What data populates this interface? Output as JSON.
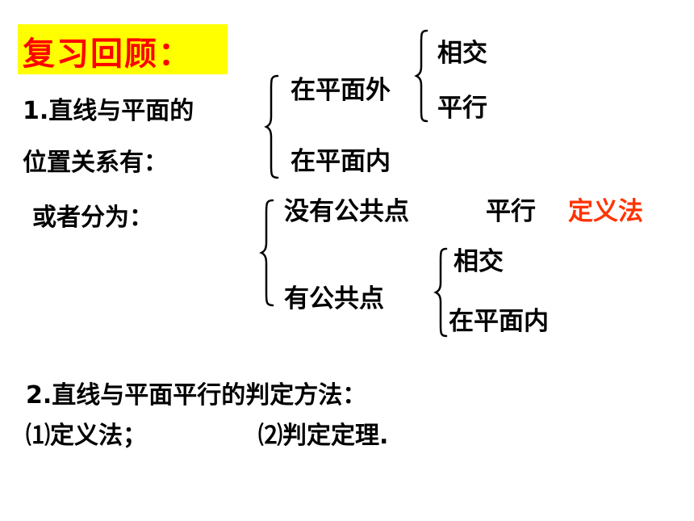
{
  "title": "复习回顾：",
  "item1": {
    "line1": "1.直线与平面的",
    "line2": "位置关系有：",
    "outside": "在平面外",
    "outside_sub": [
      "相交",
      "平行"
    ],
    "inside": "在平面内"
  },
  "alt": {
    "label": "或者分为：",
    "no_common": "没有公共点",
    "parallel": "平行",
    "method": "定义法",
    "has_common": "有公共点",
    "has_common_sub": [
      "相交",
      "在平面内"
    ]
  },
  "item2": {
    "heading": "2.直线与平面平行的判定方法：",
    "m1": "⑴定义法；",
    "m2": "⑵判定定理."
  },
  "colors": {
    "title_bg": "#ffff00",
    "title_text": "#ff0000",
    "highlight": "#ff3300"
  }
}
